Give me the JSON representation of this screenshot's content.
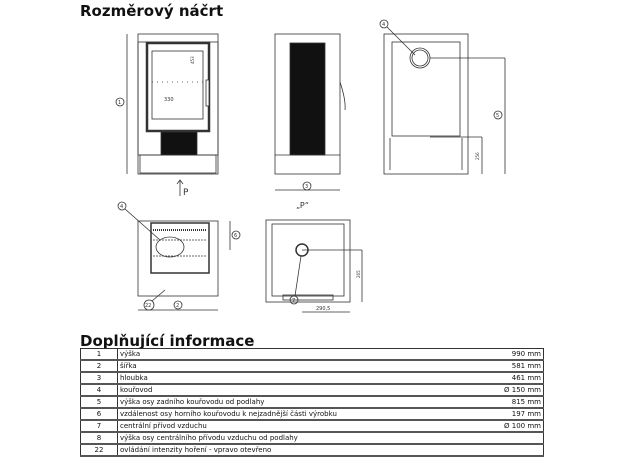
{
  "sketch_title": "Rozměrový náčrt",
  "info_title": "Doplňující informace",
  "drawing": {
    "callouts": [
      "1",
      "2",
      "3",
      "4",
      "5",
      "6",
      "7",
      "22"
    ],
    "dim_330": "330",
    "dim_453": "453",
    "dim_256": "256",
    "dim_265": "265",
    "dim_290": "290,5",
    "view_arrow": "P",
    "view_label": "„P“"
  },
  "rows": [
    {
      "n": "1",
      "desc": "výška",
      "value": "990 mm"
    },
    {
      "n": "2",
      "desc": "šířka",
      "value": "581 mm"
    },
    {
      "n": "3",
      "desc": "hloubka",
      "value": "461 mm"
    },
    {
      "n": "4",
      "desc": "kouřovod",
      "value": "Ø 150 mm"
    },
    {
      "n": "5",
      "desc": "výška osy zadního kouřovodu od podlahy",
      "value": "815 mm"
    },
    {
      "n": "6",
      "desc": "vzdálenost osy horního kouřovodu k nejzadnější části výrobku",
      "value": "197 mm"
    },
    {
      "n": "7",
      "desc": "centrální přívod vzduchu",
      "value": "Ø 100 mm"
    },
    {
      "n": "8",
      "desc": "výška osy centrálního přívodu vzduchu od podlahy",
      "value": ""
    },
    {
      "n": "22",
      "desc": "ovládání intenzity hoření - vpravo otevřeno",
      "value": ""
    }
  ]
}
